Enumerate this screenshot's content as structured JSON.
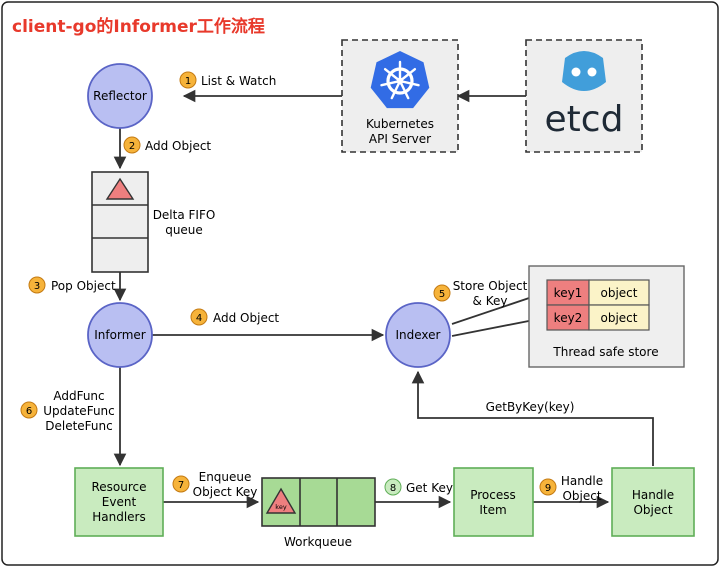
{
  "title": "client-go的Informer工作流程",
  "colors": {
    "title": "#e8392b",
    "circle_fill": "#b9bff2",
    "circle_stroke": "#5a64c6",
    "green_fill": "#c9ebbf",
    "green_stroke": "#5fae57",
    "badge_fill": "#f6b33a",
    "badge_green": "#c9ebbf",
    "red_cell": "#ee7f7f",
    "yellow_cell": "#fbf3c8",
    "panel_fill": "#efefef",
    "k8s_blue": "#326ce5",
    "etcd_blue": "#419eda",
    "line": "#333333"
  },
  "nodes": {
    "reflector": "Reflector",
    "informer": "Informer",
    "indexer": "Indexer",
    "api_server": [
      "Kubernetes",
      "API Server"
    ],
    "etcd": "etcd",
    "delta_fifo": [
      "Delta FIFO",
      "queue"
    ],
    "resource_handlers": [
      "Resource",
      "Event",
      "Handlers"
    ],
    "process_item": [
      "Process",
      "Item"
    ],
    "handle_object": [
      "Handle",
      "Object"
    ],
    "workqueue": "Workqueue",
    "workqueue_key": "key"
  },
  "store": {
    "rows": [
      {
        "key": "key1",
        "value": "object"
      },
      {
        "key": "key2",
        "value": "object"
      }
    ],
    "label": "Thread safe store"
  },
  "steps": [
    {
      "num": "1",
      "label": [
        "List & Watch"
      ]
    },
    {
      "num": "2",
      "label": [
        "Add Object"
      ]
    },
    {
      "num": "3",
      "label": [
        "Pop Object"
      ]
    },
    {
      "num": "4",
      "label": [
        "Add Object"
      ]
    },
    {
      "num": "5",
      "label": [
        "Store Object",
        "& Key"
      ]
    },
    {
      "num": "6",
      "label": [
        "AddFunc",
        "UpdateFunc",
        "DeleteFunc"
      ]
    },
    {
      "num": "7",
      "label": [
        "Enqueue",
        "Object Key"
      ]
    },
    {
      "num": "8",
      "label": [
        "Get Key"
      ]
    },
    {
      "num": "9",
      "label": [
        "Handle",
        "Object"
      ]
    }
  ],
  "getbykey": "GetByKey(key)"
}
